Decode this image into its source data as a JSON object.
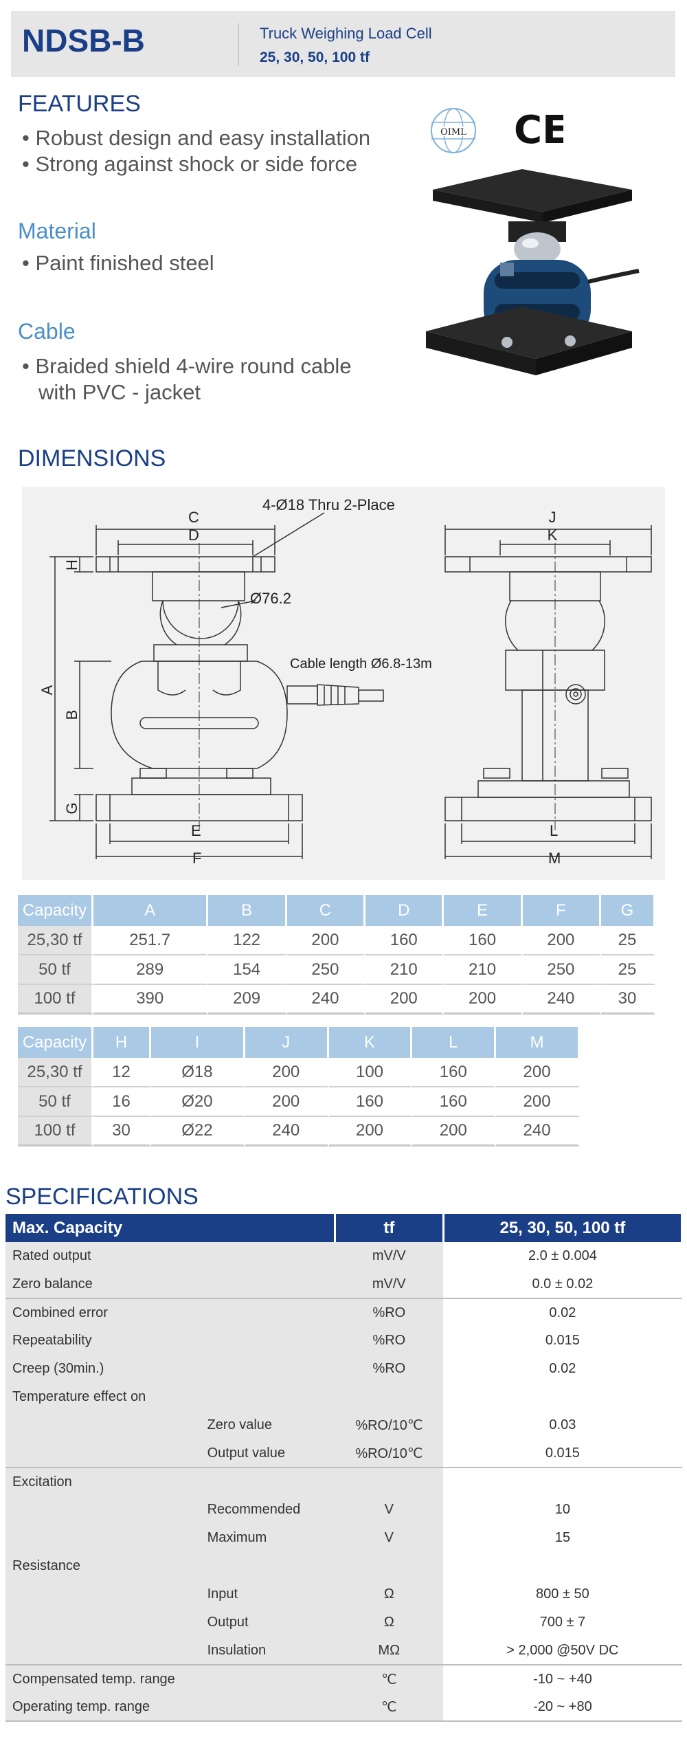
{
  "header": {
    "model": "NDSB-B",
    "subtitle": "Truck Weighing Load Cell",
    "capacities": "25, 30, 50, 100 tf"
  },
  "features": {
    "title": "FEATURES",
    "items": [
      "Robust design and easy installation",
      "Strong against shock or side force"
    ]
  },
  "material": {
    "title": "Material",
    "items": [
      "Paint finished steel"
    ]
  },
  "cable": {
    "title": "Cable",
    "line1": "Braided shield 4-wire round cable",
    "line2": "with PVC - jacket"
  },
  "certs": {
    "oiml": "OIML",
    "ce": "CE"
  },
  "dimensions": {
    "title": "DIMENSIONS",
    "drawing_labels": {
      "c": "C",
      "d": "D",
      "thru": "4-Ø18 Thru 2-Place",
      "h": "H",
      "dia": "Ø76.2",
      "a": "A",
      "b": "B",
      "g": "G",
      "e": "E",
      "f": "F",
      "cable": "Cable length Ø6.8-13m",
      "j": "J",
      "k": "K",
      "l": "L",
      "m": "M"
    },
    "table1": {
      "headers": [
        "Capacity",
        "A",
        "B",
        "C",
        "D",
        "E",
        "F",
        "G"
      ],
      "rows": [
        [
          "25,30 tf",
          "251.7",
          "122",
          "200",
          "160",
          "160",
          "200",
          "25"
        ],
        [
          "50 tf",
          "289",
          "154",
          "250",
          "210",
          "210",
          "250",
          "25"
        ],
        [
          "100 tf",
          "390",
          "209",
          "240",
          "200",
          "200",
          "240",
          "30"
        ]
      ]
    },
    "table2": {
      "headers": [
        "Capacity",
        "H",
        "I",
        "J",
        "K",
        "L",
        "M"
      ],
      "rows": [
        [
          "25,30 tf",
          "12",
          "Ø18",
          "200",
          "100",
          "160",
          "200"
        ],
        [
          "50 tf",
          "16",
          "Ø20",
          "200",
          "160",
          "160",
          "200"
        ],
        [
          "100 tf",
          "30",
          "Ø22",
          "240",
          "200",
          "200",
          "240"
        ]
      ]
    }
  },
  "specifications": {
    "title": "SPECIFICATIONS",
    "header": [
      "Max. Capacity",
      "tf",
      "25, 30, 50, 100 tf"
    ],
    "rows": [
      {
        "c1": "Rated output",
        "c2": "",
        "unit": "mV/V",
        "value": "2.0 ± 0.004"
      },
      {
        "c1": "Zero balance",
        "c2": "",
        "unit": "mV/V",
        "value": "0.0 ± 0.02"
      },
      {
        "c1": "Combined error",
        "c2": "",
        "unit": "%RO",
        "value": "0.02"
      },
      {
        "c1": "Repeatability",
        "c2": "",
        "unit": "%RO",
        "value": "0.015"
      },
      {
        "c1": "Creep (30min.)",
        "c2": "",
        "unit": "%RO",
        "value": "0.02"
      },
      {
        "c1": "Temperature effect on",
        "c2": "",
        "unit": "",
        "value": ""
      },
      {
        "c1": "",
        "c2": "Zero value",
        "unit": "%RO/10℃",
        "value": "0.03"
      },
      {
        "c1": "",
        "c2": "Output  value",
        "unit": "%RO/10℃",
        "value": "0.015"
      },
      {
        "c1": "Excitation",
        "c2": "",
        "unit": "",
        "value": ""
      },
      {
        "c1": "",
        "c2": "Recommended",
        "unit": "V",
        "value": "10"
      },
      {
        "c1": "",
        "c2": "Maximum",
        "unit": "V",
        "value": "15"
      },
      {
        "c1": "Resistance",
        "c2": "",
        "unit": "",
        "value": ""
      },
      {
        "c1": "",
        "c2": "Input",
        "unit": "Ω",
        "value": "800 ± 50"
      },
      {
        "c1": "",
        "c2": "Output",
        "unit": "Ω",
        "value": "700 ± 7"
      },
      {
        "c1": "",
        "c2": "Insulation",
        "unit": "MΩ",
        "value": "> 2,000 @50V DC"
      },
      {
        "c1": "Compensated temp. range",
        "c2": "",
        "unit": "℃",
        "value": "-10 ~ +40"
      },
      {
        "c1": "Operating temp. range",
        "c2": "",
        "unit": "℃",
        "value": "-20 ~ +80"
      }
    ]
  },
  "colors": {
    "brand_blue": "#1b3f86",
    "accent_blue": "#4a8fc8",
    "table_header": "#a9c9e5"
  }
}
